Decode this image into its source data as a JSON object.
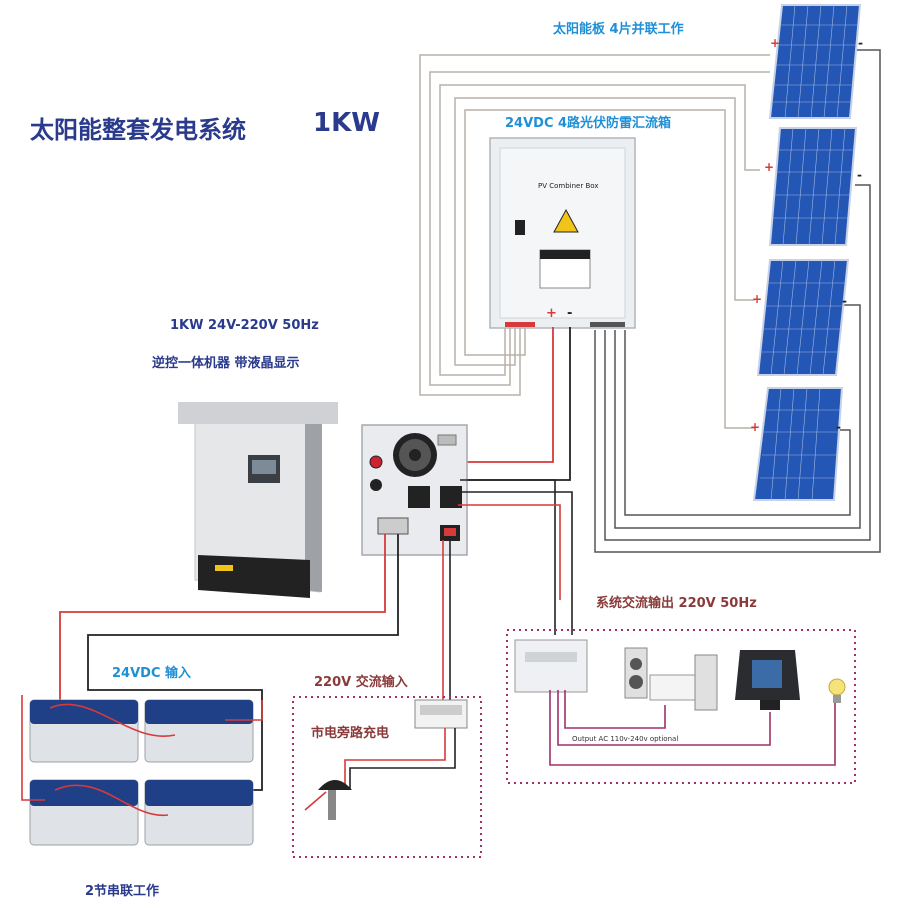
{
  "title": "太阳能整套发电系统",
  "power_rating": "1KW",
  "solar_panels": {
    "label": "太阳能板  4片并联工作",
    "plus": "+",
    "minus": "-",
    "count": 4
  },
  "combiner_box": {
    "label": "24VDC 4路光伏防雷汇流箱",
    "panel_text": "PV Combiner Box",
    "plus": "+",
    "minus": "-"
  },
  "inverter": {
    "spec": "1KW 24V-220V 50Hz",
    "desc": "逆控一体机器  带液晶显示"
  },
  "battery": {
    "input_label": "24VDC 输入",
    "series_label": "2节串联工作"
  },
  "ac_input": {
    "label": "220V 交流输入",
    "grid_label": "市电旁路充电"
  },
  "ac_output": {
    "label": "系统交流输出 220V 50Hz",
    "note": "Output AC 110v-240v optional"
  },
  "colors": {
    "red_wire": "#d63a3a",
    "black_wire": "#222222",
    "panel_blue": "#1f4fa8",
    "dotted_box": "#a0306a"
  }
}
